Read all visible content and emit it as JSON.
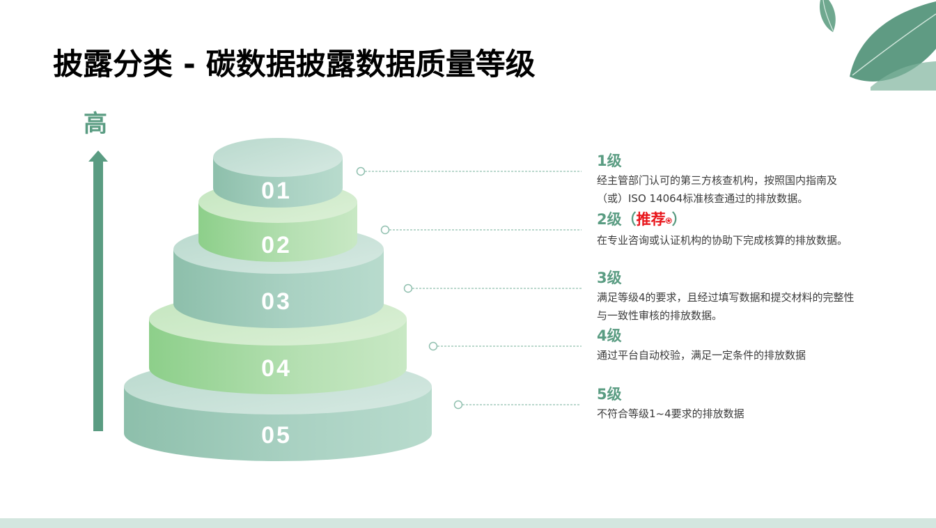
{
  "title": "披露分类 - 碳数据披露数据质量等级",
  "high_label": "高",
  "tiers": [
    {
      "number": "01"
    },
    {
      "number": "02"
    },
    {
      "number": "03"
    },
    {
      "number": "04"
    },
    {
      "number": "05"
    }
  ],
  "levels": [
    {
      "title": "1级",
      "desc": "经主管部门认可的第三方核查机构，按照国内指南及（或）ISO 14064标准核查通过的排放数据。"
    },
    {
      "title_prefix": "2级（",
      "title_rec": "推荐",
      "title_star": "⍟",
      "title_suffix": "）",
      "desc": "在专业咨询或认证机构的协助下完成核算的排放数据。"
    },
    {
      "title": "3级",
      "desc": "满足等级4的要求，且经过填写数据和提交材料的完整性与一致性审核的排放数据。"
    },
    {
      "title": "4级",
      "desc": "通过平台自动校验，满足一定条件的排放数据"
    },
    {
      "title": "5级",
      "desc": "不符合等级1~4要求的排放数据"
    }
  ],
  "colors": {
    "accent": "#5a9c82",
    "recommend": "#e8141a",
    "tier_teal": "#8fc2ad",
    "tier_green": "#9fd69a"
  },
  "icons": {
    "arrow": "up-arrow-icon",
    "leaf": "leaf-decoration-icon",
    "star": "star-icon"
  }
}
